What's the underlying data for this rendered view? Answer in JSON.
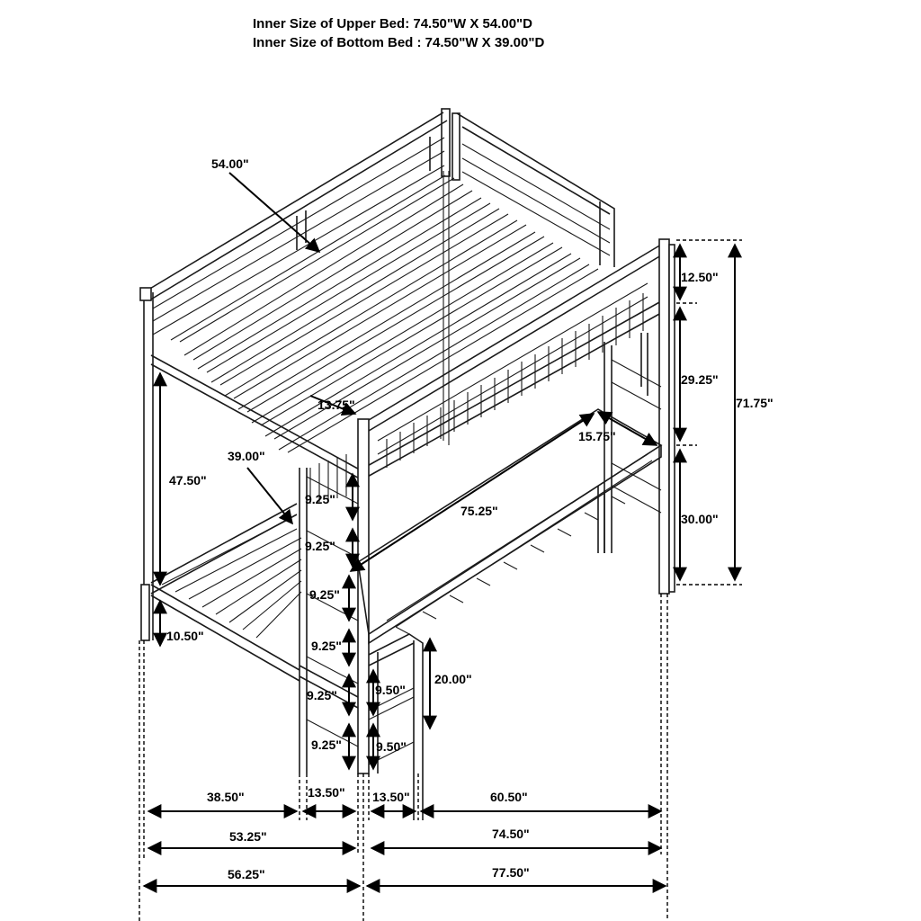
{
  "header": {
    "upper_bed_size": "Inner Size of Upper Bed: 74.50\"W X 54.00\"D",
    "bottom_bed_size": "Inner Size of Bottom Bed : 74.50\"W X 39.00\"D"
  },
  "dimensions": {
    "upper_depth": "54.00\"",
    "rail_height": "12.50\"",
    "upper_clearance": "29.25\"",
    "total_height": "71.75\"",
    "ladder_offset": "13.75\"",
    "desk_depth": "15.75\"",
    "bottom_depth": "39.00\"",
    "bottom_clearance": "47.50\"",
    "ladder_step_1": "9.25\"",
    "ladder_step_2": "9.25\"",
    "ladder_step_3": "9.25\"",
    "ladder_step_4": "9.25\"",
    "ladder_step_5": "9.25\"",
    "ladder_step_6": "9.25\"",
    "desk_length": "75.25\"",
    "desk_height": "30.00\"",
    "bottom_bed_height": "10.50\"",
    "shelf_height": "20.00\"",
    "shelf_spacing_upper": "9.50\"",
    "shelf_spacing_lower": "9.50\"",
    "bottom_bed_width": "38.50\"",
    "ladder_width": "13.50\"",
    "shelf_width": "13.50\"",
    "desk_width": "60.50\"",
    "side_width_inner": "53.25\"",
    "length_inner": "74.50\"",
    "side_width_overall": "56.25\"",
    "length_overall": "77.50\""
  }
}
